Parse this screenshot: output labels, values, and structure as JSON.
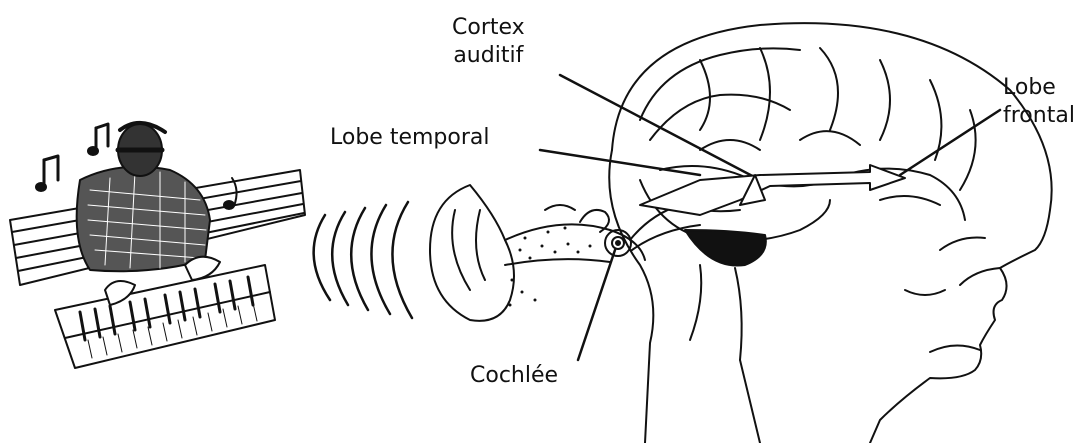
{
  "labels": {
    "cortex_line1": "Cortex",
    "cortex_line2": "auditif",
    "lobe_frontal_line1": "Lobe",
    "lobe_frontal_line2": "frontal",
    "lobe_temporal": "Lobe temporal",
    "cochlee": "Cochlée"
  },
  "icons": {
    "pianist": "pianist-illustration",
    "notes": "music-note-icon",
    "waves": "sound-wave-icon",
    "head": "head-brain-illustration"
  },
  "colors": {
    "ink": "#111111",
    "background": "#ffffff"
  }
}
